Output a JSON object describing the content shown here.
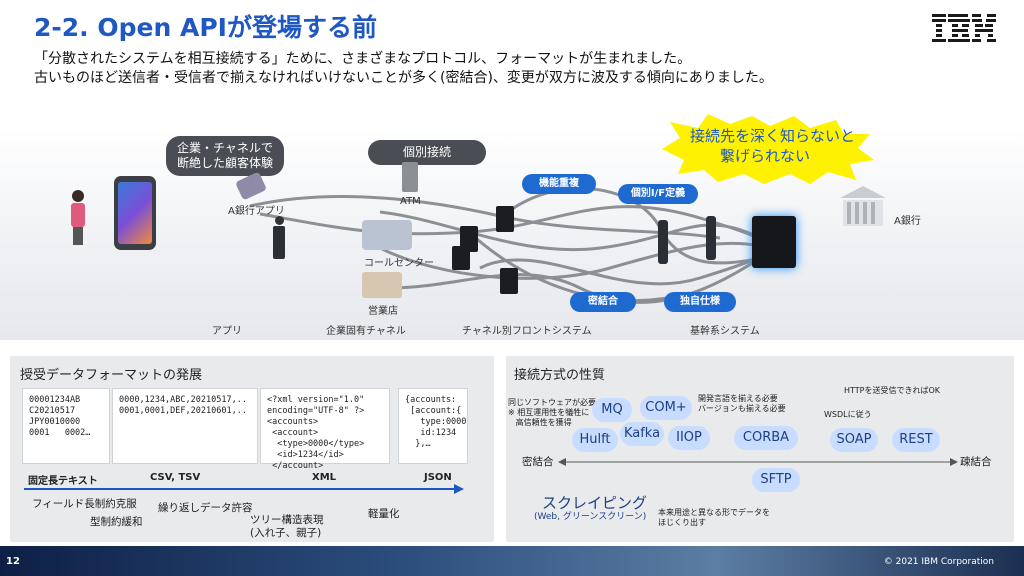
{
  "slide": {
    "title": "2-2. Open APIが登場する前",
    "subtitle_line1": "「分散されたシステムを相互接続する」ために、さまざまなプロトコル、フォーマットが生まれました。",
    "subtitle_line2": "古いものほど送信者・受信者で揃えなければいけないことが多く(密結合)、変更が双方に波及する傾向にありました。",
    "page_number": "12",
    "copyright": "© 2021 IBM Corporation",
    "logo_text": "IBM"
  },
  "hero": {
    "pill_channel": "企業・チャネルで\n断絶した顧客体験",
    "pill_individual": "個別接続",
    "burst_text": "接続先を深く知らないと\n繋げられない",
    "tags": [
      "機能重複",
      "個別I/F定義",
      "密結合",
      "独自仕様"
    ],
    "labels": {
      "app": "A銀行アプリ",
      "atm": "ATM",
      "callcenter": "コールセンター",
      "branch": "営業店",
      "bank": "A銀行"
    },
    "bottom_labels": [
      "アプリ",
      "企業固有チャネル",
      "チャネル別フロントシステム",
      "基幹系システム"
    ]
  },
  "left_panel": {
    "title": "授受データフォーマットの発展",
    "docs": [
      "00001234AB\nC20210517\nJPY0010000\n0001   0002…",
      "0000,1234,ABC,20210517,..\n0001,0001,DEF,20210601,..",
      "<?xml version=\"1.0\"\nencoding=\"UTF-8\" ?>\n<accounts>\n <account>\n  <type>0000</type>\n  <id>1234</id>\n </account>",
      "{accounts:\n [account:{\n   type:0000\n   id:1234\n  },…"
    ],
    "formats": [
      "固定長テキスト",
      "CSV, TSV",
      "XML",
      "JSON"
    ],
    "notes": [
      "フィールド長制約克服",
      "繰り返しデータ許容",
      "型制約緩和",
      "ツリー構造表現\n(入れ子、親子)",
      "軽量化"
    ]
  },
  "right_panel": {
    "title": "接続方式の性質",
    "left_axis": "密結合",
    "right_axis": "疎結合",
    "bubbles": [
      "MQ",
      "COM+",
      "Kafka",
      "Hulft",
      "IIOP",
      "CORBA",
      "SOAP",
      "REST",
      "SFTP"
    ],
    "note_mq": "同じソフトウェアが必要\n※ 相互運用性を犠牲に\n   高信頼性を獲得",
    "note_com": "開発言語を揃える必要\nバージョンも揃える必要",
    "note_http": "HTTPを送受信できればOK",
    "note_wsdl": "WSDLに従う",
    "scraping": "スクレイピング",
    "scraping_sub": "(Web, グリーンスクリーン)",
    "scraping_note": "本来用途と異なる形でデータを\nほじくり出す"
  },
  "colors": {
    "title_blue": "#1f57c3",
    "tag_blue": "#1f6ad1",
    "burst_yellow": "#fff200",
    "bubble": "#c8dcff"
  }
}
